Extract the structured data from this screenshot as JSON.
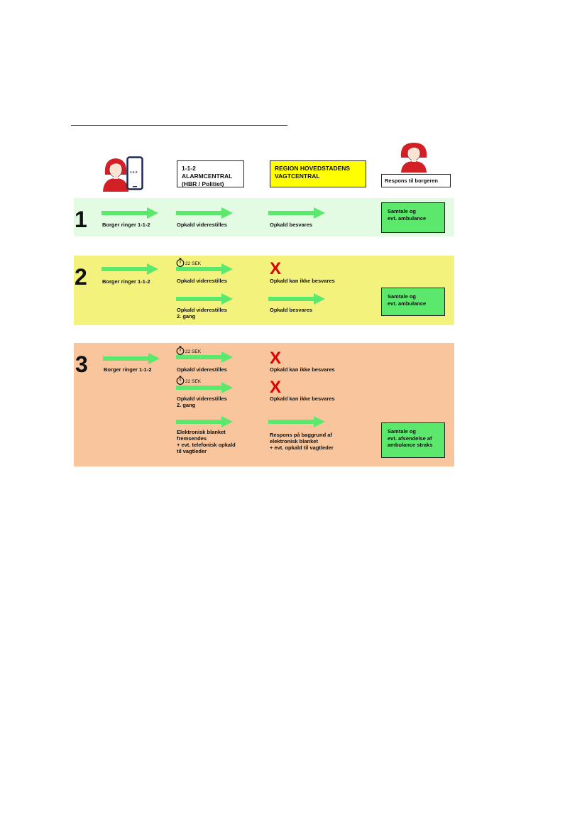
{
  "headers": {
    "alarmcentral": [
      "1-1-2 ALARMCENTRAL",
      "(HBR / Politiet)"
    ],
    "region": [
      "REGION HOVEDSTADENS",
      "VAGTCENTRAL"
    ],
    "respons": "Respons til borgeren",
    "phone_label": "1-1-2"
  },
  "scenarios": [
    {
      "number": "1",
      "caller": "Borger ringer 1-1-2",
      "forward": "Opkald viderestilles",
      "answer": "Opkald besvares",
      "response": [
        "Samtale og",
        "evt. ambulance"
      ]
    },
    {
      "number": "2",
      "caller": "Borger ringer 1-1-2",
      "timer": "22 SEK",
      "forward1": "Opkald viderestilles",
      "fail1": "Opkald kan ikke besvares",
      "forward2": [
        "Opkald viderestilles",
        "2. gang"
      ],
      "answer": "Opkald besvares",
      "response": [
        "Samtale og",
        "evt. ambulance"
      ]
    },
    {
      "number": "3",
      "caller": "Borger ringer 1-1-2",
      "timer1": "22 SEK",
      "forward1": "Opkald viderestilles",
      "fail1": "Opkald kan ikke besvares",
      "timer2": "22 SEK",
      "forward2": [
        "Opkald viderestilles",
        "2. gang"
      ],
      "fail2": "Opkald kan ikke besvares",
      "blanket": [
        "Elektronisk blanket",
        "fremsendes",
        "+ evt. telefonisk opkald",
        "til vagtleder"
      ],
      "answer": [
        "Respons på baggrund af",
        "elektronisk blanket",
        "+ evt. opkald til vagtleder"
      ],
      "response": [
        "Samtale og",
        "evt. afsendelse af",
        "ambulance straks"
      ]
    }
  ],
  "x_mark": "X",
  "colors": {
    "arrow": "#5ce86c",
    "band1": "#e3fbe3",
    "band2": "#f2f27d",
    "band3": "#f8c59c",
    "region_box": "#ffff00",
    "x_mark": "#e00000",
    "person": "#d31f26"
  }
}
